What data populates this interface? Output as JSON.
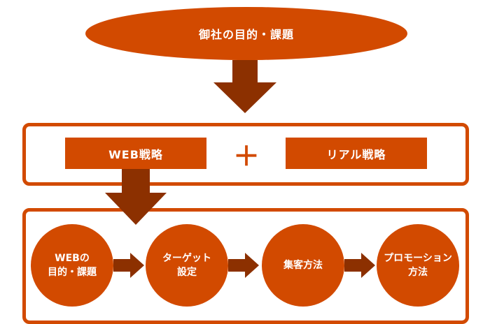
{
  "top": {
    "label": "御社の目的・課題"
  },
  "strategies": {
    "web_label": "WEB戦略",
    "plus_symbol": "＋",
    "real_label": "リアル戦略"
  },
  "steps": [
    {
      "line1": "WEBの",
      "line2": "目的・課題"
    },
    {
      "line1": "ターゲット",
      "line2": "設定"
    },
    {
      "line1": "集客方法",
      "line2": ""
    },
    {
      "line1": "プロモーション",
      "line2": "方法"
    }
  ],
  "colors": {
    "accent": "#d24a00",
    "arrow_dark": "#8c3000",
    "background": "#ffffff"
  }
}
